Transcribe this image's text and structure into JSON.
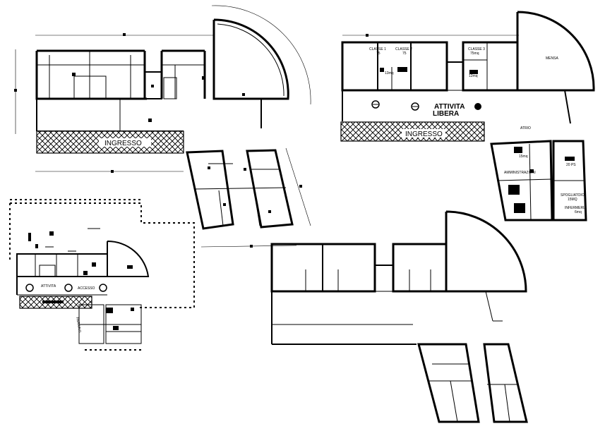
{
  "plans": {
    "top_left": {
      "entrance_label": "INGRESSO"
    },
    "top_right": {
      "free_activity_label_line1": "ATTIVITA",
      "free_activity_label_line2": "LIBERA",
      "entrance_label": "INGRESSO",
      "atrium_label": "ATRIO",
      "classroom1_label": "CLASSE 1",
      "classroom1_area": "75",
      "classroom2_label": "CLASSE 2",
      "classroom2_area": "75",
      "classroom3_label": "CLASSE 3",
      "classroom3_area": "75mq",
      "small_room_area_a": "13mq",
      "small_room_area_b": "12mq",
      "canteen_label": "MENSA",
      "administration_label": "AMMINISTRAZIONI",
      "admin_area": "15mq",
      "room_area_c": "20 PS",
      "locker_label_line1": "SPOGLIATOIO",
      "locker_label_line2": "15MQ",
      "infirmary_label": "INFERMERIA",
      "infirmary_area": "6mq"
    },
    "site_plan": {
      "activity_label": "ATTIVITA",
      "secondary_label": "ACCESSO",
      "parking_label": "PARKING"
    }
  },
  "colors": {
    "line": "#000000",
    "background": "#ffffff"
  }
}
